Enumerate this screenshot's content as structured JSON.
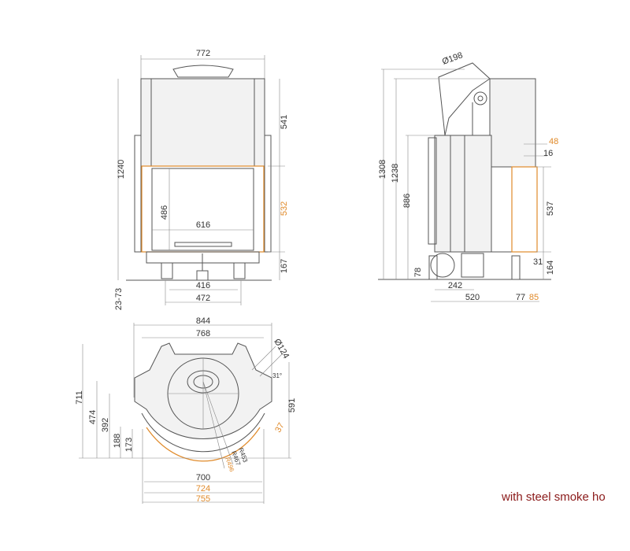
{
  "front_view": {
    "dims": {
      "overall_width": "772",
      "height": "1240",
      "hood_height": "541",
      "door_height": "532",
      "base_height": "167",
      "glass_height": "486",
      "glass_width": "616",
      "leg_inner": "416",
      "leg_outer": "472",
      "leg_adjust": "23-73"
    }
  },
  "side_view": {
    "dims": {
      "flue_diameter": "Ø198",
      "total_height": "1308",
      "body_height": "1238",
      "firebox_height": "886",
      "d48": "48",
      "d16": "16",
      "door_height": "537",
      "d31": "31",
      "base_height": "164",
      "d78": "78",
      "d242": "242",
      "depth": "520",
      "d77": "77",
      "d85": "85"
    }
  },
  "top_view": {
    "dims": {
      "outer_width": "844",
      "inner_width": "768",
      "flue_diameter": "Ø124",
      "angle": "31°",
      "depth": "711",
      "d474": "474",
      "d392": "392",
      "d188": "188",
      "d173": "173",
      "d591": "591",
      "d37": "37",
      "r453": "R453",
      "r467": "R467",
      "r496": "R496",
      "w700": "700",
      "w724": "724",
      "w755": "755"
    }
  },
  "caption": "with steel smoke ho",
  "colors": {
    "line": "#555555",
    "orange": "#e08a2a",
    "caption": "#8b1a1a"
  }
}
